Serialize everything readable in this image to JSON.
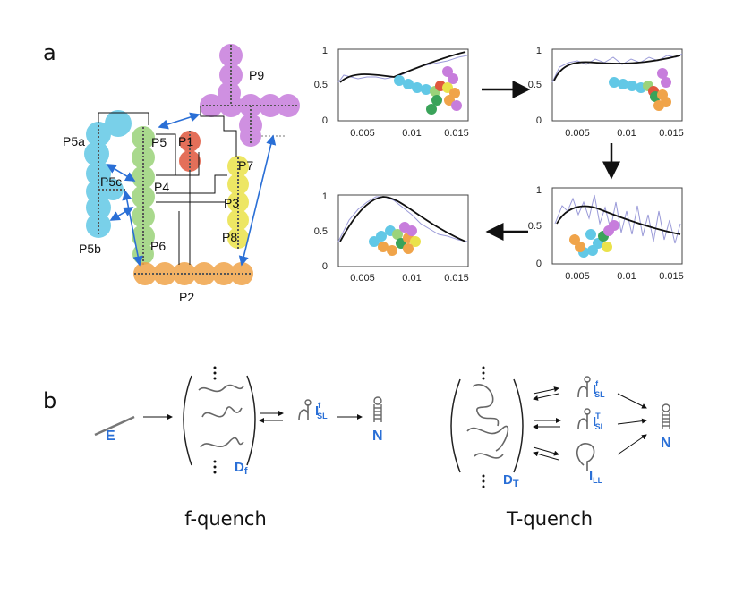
{
  "panel_a": {
    "label": "a",
    "structure_labels": {
      "p9": "P9",
      "p5a": "P5a",
      "p5": "P5",
      "p1": "P1",
      "p5c": "P5c",
      "p4": "P4",
      "p7": "P7",
      "p3": "P3",
      "p5b": "P5b",
      "p6": "P6",
      "p8": "P8",
      "p2": "P2"
    },
    "plot_axes": {
      "y_ticks": [
        "0",
        "0.5",
        "1"
      ],
      "x_ticks": [
        "0.005",
        "0.01",
        "0.015"
      ]
    },
    "colors": {
      "p9": "#c77ddc",
      "p5_group": "#62c8e6",
      "p4_p6": "#9bd37a",
      "p1": "#e0573d",
      "p3_p7_p8": "#eae24a",
      "p2": "#f0a44a",
      "arrows": "#2a6fd6"
    }
  },
  "panel_b": {
    "label": "b",
    "f_quench": {
      "E": "E",
      "D": "D",
      "D_sub": "f",
      "I": "I",
      "I_sup": "f",
      "I_sub": "SL",
      "N": "N",
      "caption": "f-quench"
    },
    "t_quench": {
      "D": "D",
      "D_sub": "T",
      "I1": "I",
      "I1_sup": "f",
      "I1_sub": "SL",
      "I2": "I",
      "I2_sup": "T",
      "I2_sub": "SL",
      "I3": "I",
      "I3_sub": "LL",
      "N": "N",
      "caption": "T-quench"
    }
  }
}
